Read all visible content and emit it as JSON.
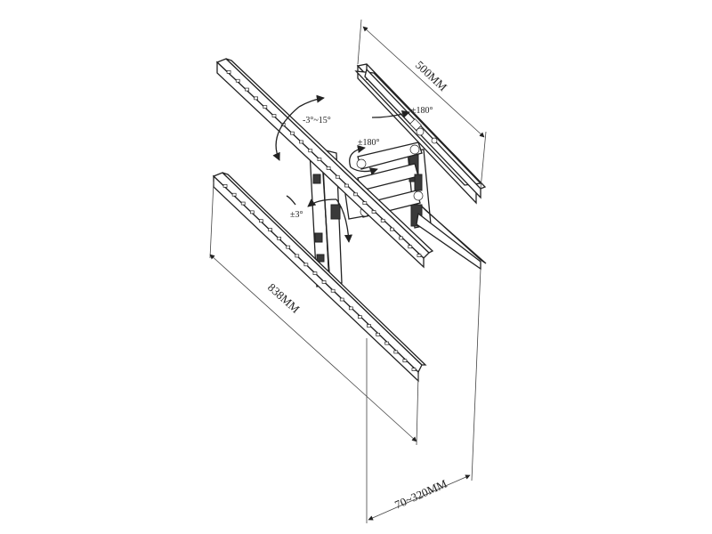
{
  "dimensions": {
    "vesa_width": "500MM",
    "vesa_height": "838MM",
    "extension": "70~320MM"
  },
  "angles": {
    "tilt": "-3°~15°",
    "swivel_arm": "±180°",
    "swivel_plate": "±180°",
    "level": "±3°"
  }
}
